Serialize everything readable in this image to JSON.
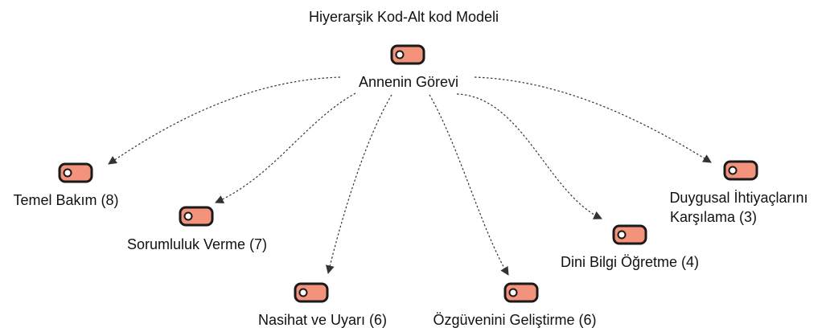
{
  "diagram": {
    "title": "Hiyerarşik Kod-Alt kod Modeli",
    "root": {
      "label": "Annenin Görevi",
      "icon": "code-tag-icon"
    },
    "children": [
      {
        "id": "temel-bakim",
        "lines": [
          "Temel Bakım (8)"
        ],
        "icon": "code-tag-icon"
      },
      {
        "id": "sorumluluk-verme",
        "lines": [
          "Sorumluluk Verme (7)"
        ],
        "icon": "code-tag-icon"
      },
      {
        "id": "nasihat-ve-uyari",
        "lines": [
          "Nasihat ve Uyarı (6)"
        ],
        "icon": "code-tag-icon"
      },
      {
        "id": "ozguvenini-gelistirme",
        "lines": [
          "Özgüvenini Geliştirme (6)"
        ],
        "icon": "code-tag-icon"
      },
      {
        "id": "dini-bilgi-ogretme",
        "lines": [
          "Dini Bilgi Öğretme (4)"
        ],
        "icon": "code-tag-icon"
      },
      {
        "id": "duygusal-ihtiyaclari",
        "lines": [
          "Duygusal İhtiyaçlarını",
          "Karşılama (3)"
        ],
        "icon": "code-tag-icon"
      }
    ],
    "colors": {
      "tag_fill": "#F4937C",
      "tag_stroke": "#1A1A1A",
      "edge": "#333333"
    }
  }
}
